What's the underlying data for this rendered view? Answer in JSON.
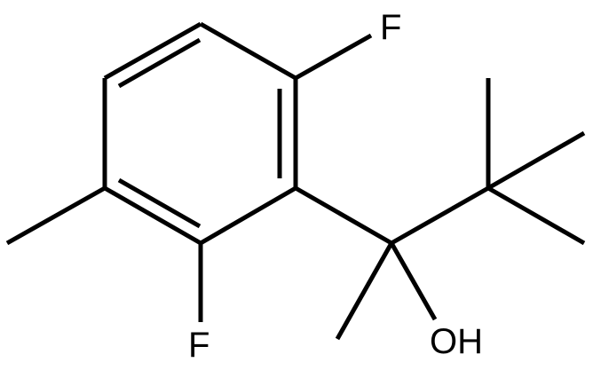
{
  "molecule": {
    "atoms": {
      "fluorine_top": "F",
      "fluorine_bottom": "F",
      "hydroxyl": "OH"
    },
    "colors": {
      "bond": "#000000",
      "label": "#000000",
      "background": "#ffffff"
    }
  }
}
